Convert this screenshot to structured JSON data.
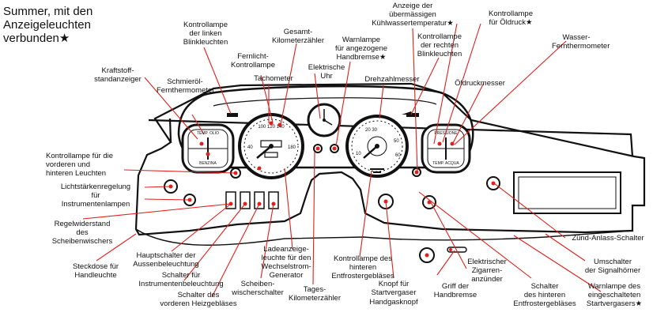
{
  "title": "Summer, mit den\nAnzeigeleuchten\nverbunden★",
  "colors": {
    "leader": "#e0201b",
    "ink": "#111111",
    "panel": "#ffffff"
  },
  "gauges": {
    "left_top": "TEMP. OLIO",
    "left_bottom": "BENZINA",
    "right_top": "PRESSIONE",
    "right_bottom": "TEMP. ACQUA"
  },
  "labels": {
    "warn_oil_pressure": "Kontrollampe\nfür Öldruck★",
    "overheat": "Anzeige der\nübermässigen\nKühlwassertemperatur★",
    "left_blinker": "Kontrollampe\nder linken\nBlinkleuchten",
    "odometer_total": "Gesamt-\nKilometerzähler",
    "handbrake_warn": "Warnlampe\nfür angezogene\nHandbremse★",
    "right_blinker": "Kontrollampe\nder rechten\nBlinkleuchten",
    "fuel_gauge": "Kraftstoff-\nstandanzeiger",
    "high_beam": "Fernlicht-\nKontrollampe",
    "water_thermo": "Wasser-\nFernthermometer",
    "oil_thermo": "Schmieröl-\nFernthermometer",
    "clock": "Elektrische\nUhr",
    "speedometer": "Tachometer",
    "tachometer": "Drehzahlmesser",
    "oil_pressure": "Öldruckmesser",
    "lights_warn": "Kontrollampe für die\nvorderen und\nhinteren Leuchten",
    "dimmer": "Lichtstärkenregelung\nfür\nInstrumentenlampen",
    "wiper_rheostat": "Regelwiderstand\ndes\nScheibenwischers",
    "socket": "Steckdose für\nHandleuchte",
    "main_light": "Hauptschalter der\nAussenbeleuchtung",
    "instr_light_switch": "Schalter für\nInstrumentenbeleuchtung",
    "front_blower": "Schalter des\nvorderen Heizgebläses",
    "wiper_switch": "Scheiben-\nwischerschalter",
    "charge_warn": "Ladeanzeige-\nleuchte für den\nWechselstrom-\nGenerator",
    "trip_odometer": "Tages-\nKilometerzähler",
    "defroster_warn": "Kontrollampe des\nhinteren\nEntfrostergebläses",
    "choke_knob": "Knopf für\nStartvergaser",
    "hand_throttle": "Handgasknopf",
    "handbrake_grip": "Griff der\nHandbremse",
    "lighter": "Elektrischer\nZigarren-\nanzünder",
    "rear_defroster_switch": "Schalter\ndes hinteren\nEntfrostergebläses",
    "ignition": "Zünd-Anlass-Schalter",
    "horn_switch": "Umschalter\nder Signalhörner",
    "choke_warn": "Warnlampe des\neingeschalteten\nStartvergasers★"
  }
}
